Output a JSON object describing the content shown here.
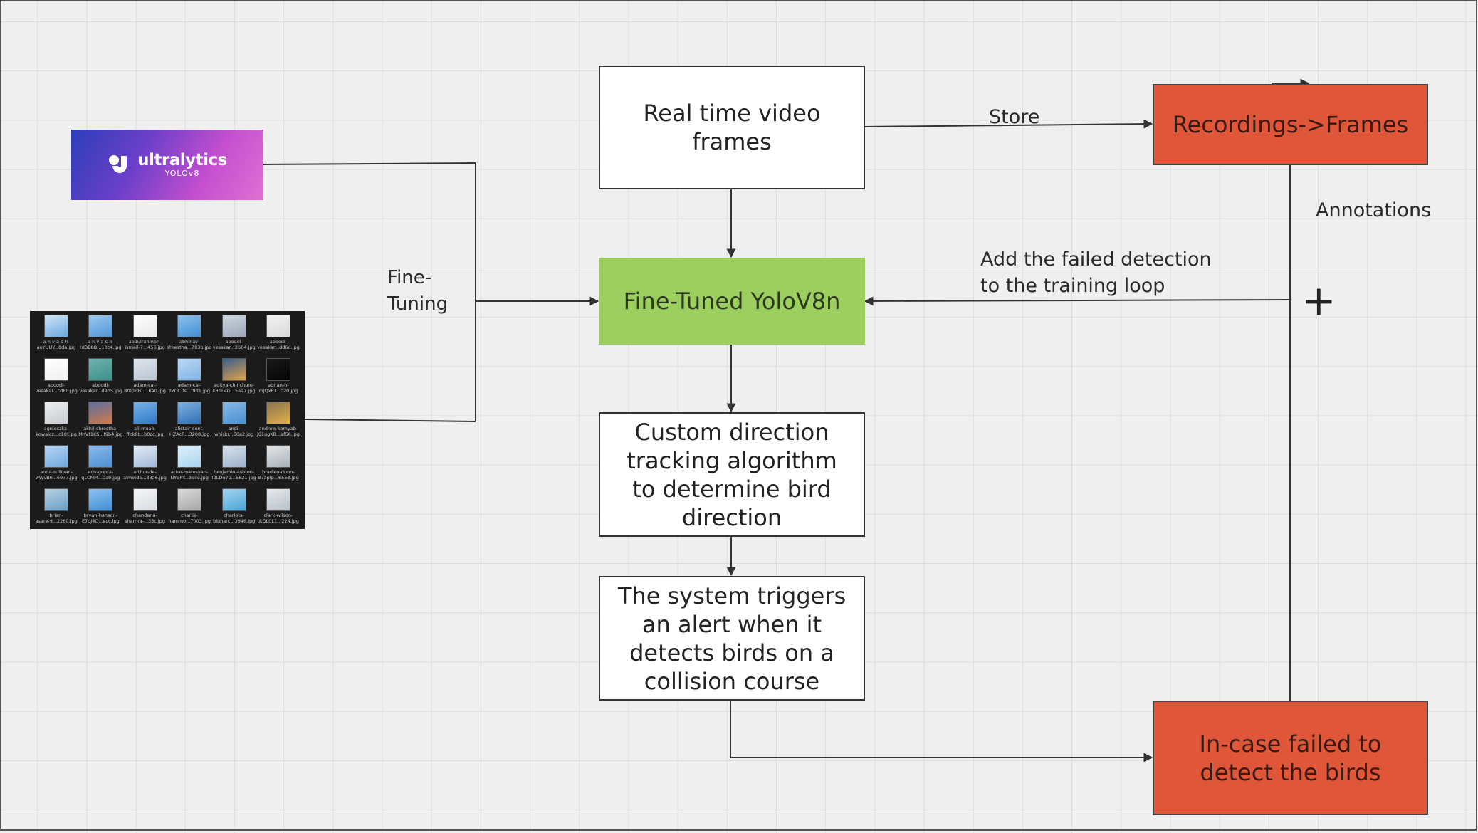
{
  "nodes": {
    "realtime": "Real time video frames",
    "recordings": "Recordings->Frames",
    "finetuned": "Fine-Tuned YoloV8n",
    "tracking": "Custom direction tracking algorithm to determine bird direction",
    "alert": "The system triggers an alert when it detects birds on a collision course",
    "failed": "In-case failed to detect the birds"
  },
  "labels": {
    "store": "Store",
    "annotations": "Annotations",
    "add_failed": "Add the failed detection\nto the training loop",
    "fine_tuning": "Fine-\nTuning",
    "plus": "+"
  },
  "logo": {
    "name": "ultralytics",
    "sub": "YOLOv8"
  },
  "colors": {
    "red": "#e05638",
    "green": "#9ccf5f"
  },
  "gallery": [
    {
      "cap": "a-n-v-a-s-h-\naoYUUY...8da.jpg",
      "c1": "#6aa8e0",
      "c2": "#cfe4f6"
    },
    {
      "cap": "a-n-v-a-s-h-\nrdBB8B...10c4.jpg",
      "c1": "#4f95d8",
      "c2": "#9cc8ef"
    },
    {
      "cap": "abdulrahman-\nismail-7...456.jpg",
      "c1": "#e8e8e8",
      "c2": "#ffffff"
    },
    {
      "cap": "abhinav-\nshrestha...703b.jpg",
      "c1": "#3f8fd4",
      "c2": "#8fc0ea"
    },
    {
      "cap": "aboodi-\nvesakar...2604.jpg",
      "c1": "#9aa6b8",
      "c2": "#cfd6e0"
    },
    {
      "cap": "aboodi-\nvesakar...dd6d.jpg",
      "c1": "#dadada",
      "c2": "#f2f2f2"
    },
    {
      "cap": "aboodi-\nvesakar...cd80.jpg",
      "c1": "#f0f0f0",
      "c2": "#ffffff"
    },
    {
      "cap": "aboodi-\nvesakar...d9d5.jpg",
      "c1": "#3e8f8a",
      "c2": "#6db3ad"
    },
    {
      "cap": "adam-cai-\n8f00HB...16a0.jpg",
      "c1": "#b8c4d2",
      "c2": "#dfe5ec"
    },
    {
      "cap": "adam-cai-\nz2Ot.0s...f9d1.jpg",
      "c1": "#7fb2e6",
      "c2": "#bcd8f3"
    },
    {
      "cap": "aditya-chinchure-\nk3hL4G...5a97.jpg",
      "c1": "#e0a34a",
      "c2": "#3b5e8a"
    },
    {
      "cap": "adrian-n-\nmJQxPT...020.jpg",
      "c1": "#050505",
      "c2": "#1a1a1a"
    },
    {
      "cap": "agnieszka-\nkowalcz...c10f.jpg",
      "c1": "#c9ccd0",
      "c2": "#eceef0"
    },
    {
      "cap": "akhil-shrestha-\nMhVt1KS...f9b4.jpg",
      "c1": "#d27a4a",
      "c2": "#5a6fa0"
    },
    {
      "cap": "ali-muah-\nffck8t...b0cc.jpg",
      "c1": "#2f79c9",
      "c2": "#7ab2e6"
    },
    {
      "cap": "alistair-dent-\nHZAcR...3208.jpg",
      "c1": "#2f6fb5",
      "c2": "#7fb0e0"
    },
    {
      "cap": "andi-\nwhiskr...66a2.jpg",
      "c1": "#4a90d0",
      "c2": "#86b8e6"
    },
    {
      "cap": "andrew-komyab-\nj61ugKB...af56.jpg",
      "c1": "#e2b04a",
      "c2": "#8a7350"
    },
    {
      "cap": "anna-sullivan-\nwWvBh...6977.jpg",
      "c1": "#6fa8e0",
      "c2": "#b7d5f2"
    },
    {
      "cap": "arlv-gupta-\nqLCMM...0a9.jpg",
      "c1": "#4c8fd6",
      "c2": "#8bb9ea"
    },
    {
      "cap": "arthur-de-\nalmeida...83a6.jpg",
      "c1": "#9fb8d8",
      "c2": "#e4ecf6"
    },
    {
      "cap": "artur-matosyan-\nNYqPY...3dce.jpg",
      "c1": "#a9d4ee",
      "c2": "#dff0fa"
    },
    {
      "cap": "benjamin-ashton-\nI2LDu7p...5621.jpg",
      "c1": "#9bb0cc",
      "c2": "#dbe3ee"
    },
    {
      "cap": "bradley-dunn-\nB7apIp...6558.jpg",
      "c1": "#a9b0b6",
      "c2": "#e3e6e8"
    },
    {
      "cap": "brian-\nasare-9...2260.jpg",
      "c1": "#6aa0c8",
      "c2": "#b7d0e2"
    },
    {
      "cap": "bryan-hanson-\nE7uJ4O...ecc.jpg",
      "c1": "#3f8fd8",
      "c2": "#8ec0ee"
    },
    {
      "cap": "chandana-\nsharma-...33c.jpg",
      "c1": "#d9dde2",
      "c2": "#f4f5f7"
    },
    {
      "cap": "charlie-\nhammo...7003.jpg",
      "c1": "#a8a8a8",
      "c2": "#d8d8d8"
    },
    {
      "cap": "charlota-\nblunarc...3946.jpg",
      "c1": "#4aa6d8",
      "c2": "#a3d3ee"
    },
    {
      "cap": "clark-wilson-\ndtQL0L1...224.jpg",
      "c1": "#b8bfc6",
      "c2": "#e6e9ec"
    }
  ]
}
